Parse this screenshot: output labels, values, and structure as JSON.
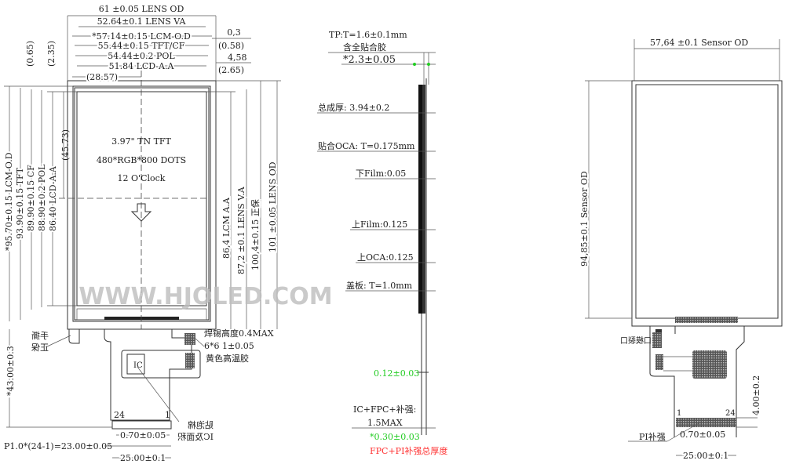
{
  "front_view": {
    "top_dims": [
      "61 ±0.05 LENS OD",
      "52.64±0.1 LENS VA",
      "*57.14±0.15 LCM-O.D",
      "55.44±0.15 TFT/CF",
      "54.44±0.2 POL",
      "51.84 LCD-A.A",
      "(28.57)"
    ],
    "right_top_dims": [
      "0,3",
      "(0.58)",
      "4,58",
      "(2.65)"
    ],
    "left_dims": [
      "*95.70±0.15 LCM-O.D",
      "93.90±0.15 TFT",
      "89.90±0.15 CF",
      "88.90±0.2 POL",
      "86.40 LCD-A.A",
      "(45.73)",
      "(0.65)",
      "(2.35)"
    ],
    "right_dims": [
      "86,4 LCM A.A",
      "87,2 ±0.1 LENS V.A",
      "100,4±0.15 正保",
      "101 ±0.05 LENS OD"
    ],
    "center": [
      "3.97\" TN TFT",
      "480*RGB*800 DOTS",
      "12 O'Clock"
    ],
    "watermark": "WWW.HJOLED.COM",
    "fpc": {
      "solder_height": "焊锡高度0.4MAX",
      "tape_size": "6*6 1±0.05",
      "tape_color": "黄色高温胶",
      "tear_label": [
        "手撕",
        "正保"
      ],
      "ic_label": [
        "贴泡棉",
        "IC及面积"
      ],
      "pin_first": "24",
      "pin_last": "1",
      "pin_width": "0.70±0.05",
      "pitch": "P1.0*(24-1)=23.00±0.05",
      "width": "25.00±0.1",
      "length": "*43.00±0.3"
    }
  },
  "side_view": {
    "tp": "TP:T=1.6±0.1mm",
    "glue": "含全贴合胶",
    "glue_thickness": "*2.3±0.05",
    "total": "总成厚: 3.94±0.2",
    "oca": "贴合OCA: T=0.175mm",
    "lower_film": "下Film:0.05",
    "upper_film": "上Film:0.125",
    "upper_oca": "上OCA:0.125",
    "cover": "盖板: T=1.0mm",
    "fpc_thickness": "0.12±0.03",
    "ic_stack": "IC+FPC+补强:",
    "ic_max": "1.5MAX",
    "pi_thickness": "*0.30±0.03",
    "pi_label": "FPC+PI补强总厚度",
    "colors": {
      "green": "#22cc22",
      "red": "#ff3333"
    }
  },
  "sensor_view": {
    "width": "57,64 ±0.1 Sensor OD",
    "height": "94,85±0.1 Sensor OD",
    "slot_label": "口模裂口",
    "pin_first": "1",
    "pin_last": "24",
    "pi_label": "PI补强",
    "pin_width": "0.70±0.05",
    "fpc_width": "25.00±0.1",
    "stiffener": "4.00±0.2"
  }
}
